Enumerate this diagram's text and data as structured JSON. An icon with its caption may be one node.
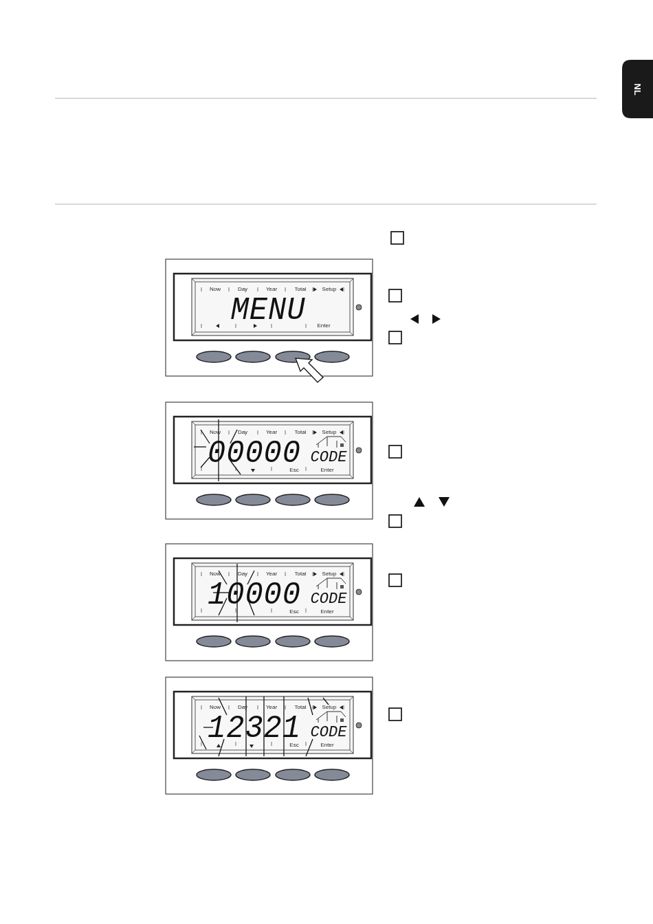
{
  "diagram": {
    "labels": [
      "NL",
      "Now",
      "Day",
      "Year",
      "Total",
      "Setup",
      "MENU",
      "Enter",
      "Now",
      "Day",
      "Year",
      "Total",
      "Setup",
      "00000",
      "CODE",
      "Esc",
      "Enter",
      "Now",
      "Day",
      "Year",
      "Total",
      "Setup",
      "10000",
      "CODE",
      "Esc",
      "Enter",
      "Now",
      "Day",
      "Year",
      "Total",
      "Setup",
      "12321",
      "CODE",
      "Esc",
      "Enter"
    ]
  }
}
